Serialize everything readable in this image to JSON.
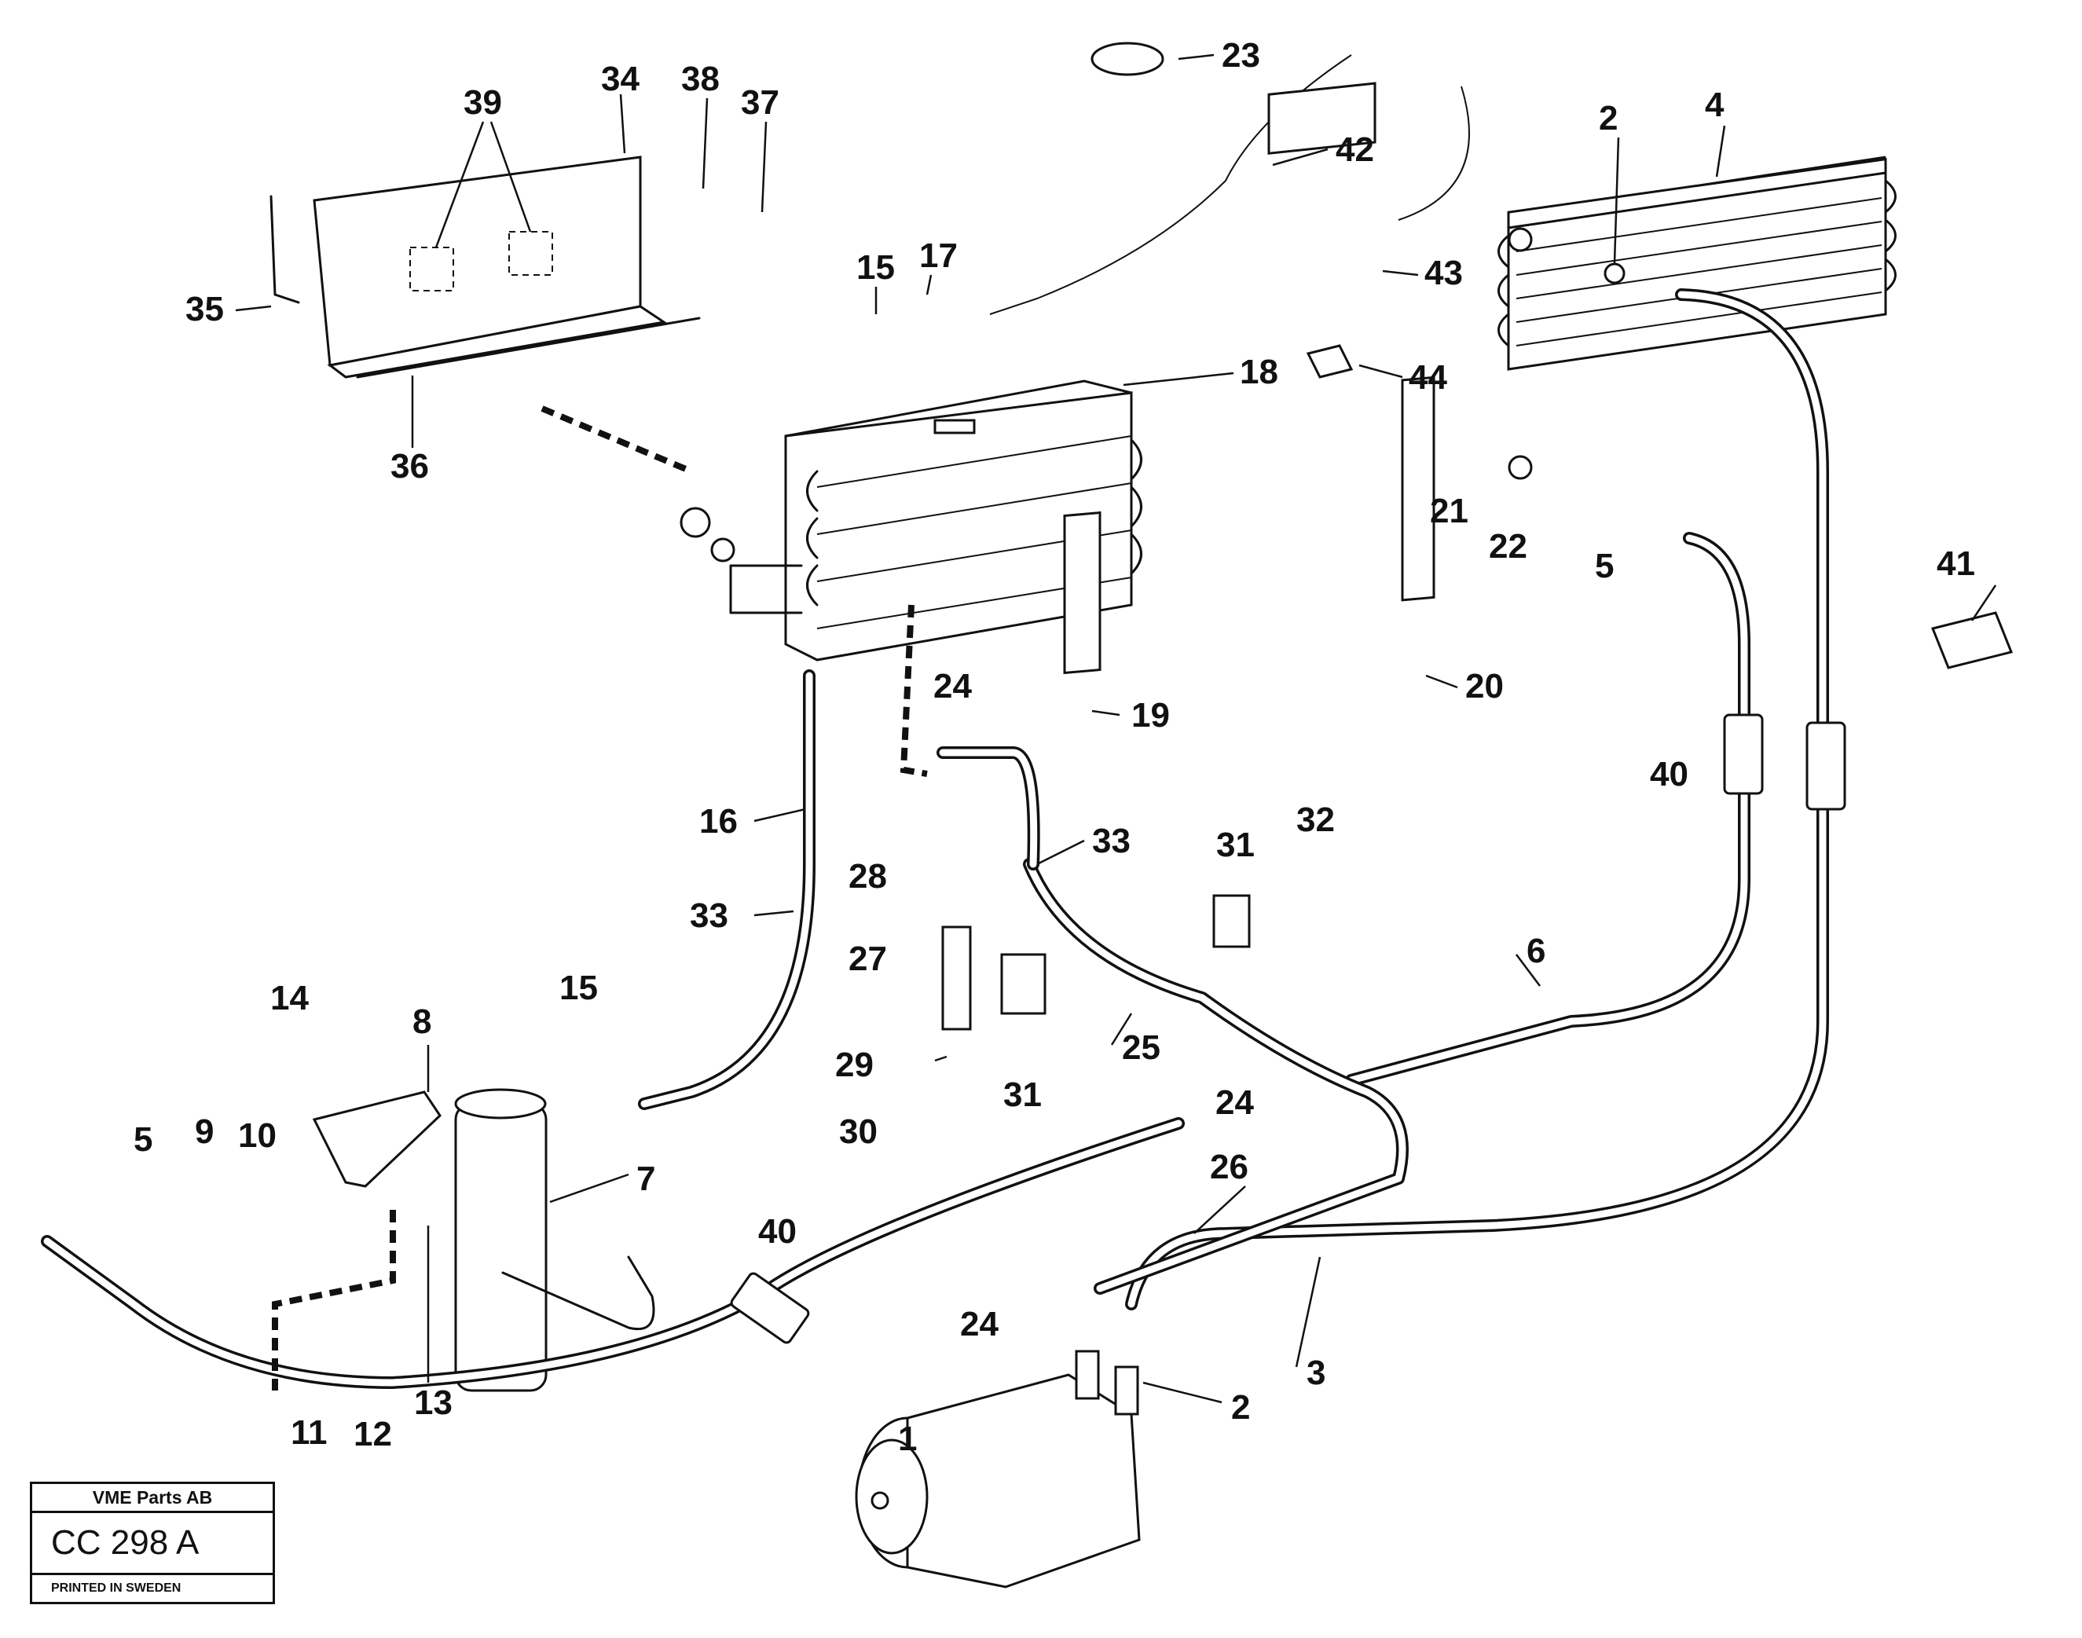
{
  "diagram": {
    "callouts": [
      "1",
      "2",
      "3",
      "4",
      "5",
      "6",
      "7",
      "8",
      "9",
      "10",
      "11",
      "12",
      "13",
      "14",
      "15",
      "16",
      "17",
      "18",
      "19",
      "20",
      "21",
      "22",
      "23",
      "24",
      "25",
      "26",
      "27",
      "28",
      "29",
      "30",
      "31",
      "32",
      "33",
      "34",
      "35",
      "36",
      "37",
      "38",
      "39",
      "40",
      "41",
      "42",
      "43",
      "44"
    ]
  },
  "title_block": {
    "company": "VME Parts AB",
    "code": "CC 298 A",
    "printed": "PRINTED IN SWEDEN"
  }
}
